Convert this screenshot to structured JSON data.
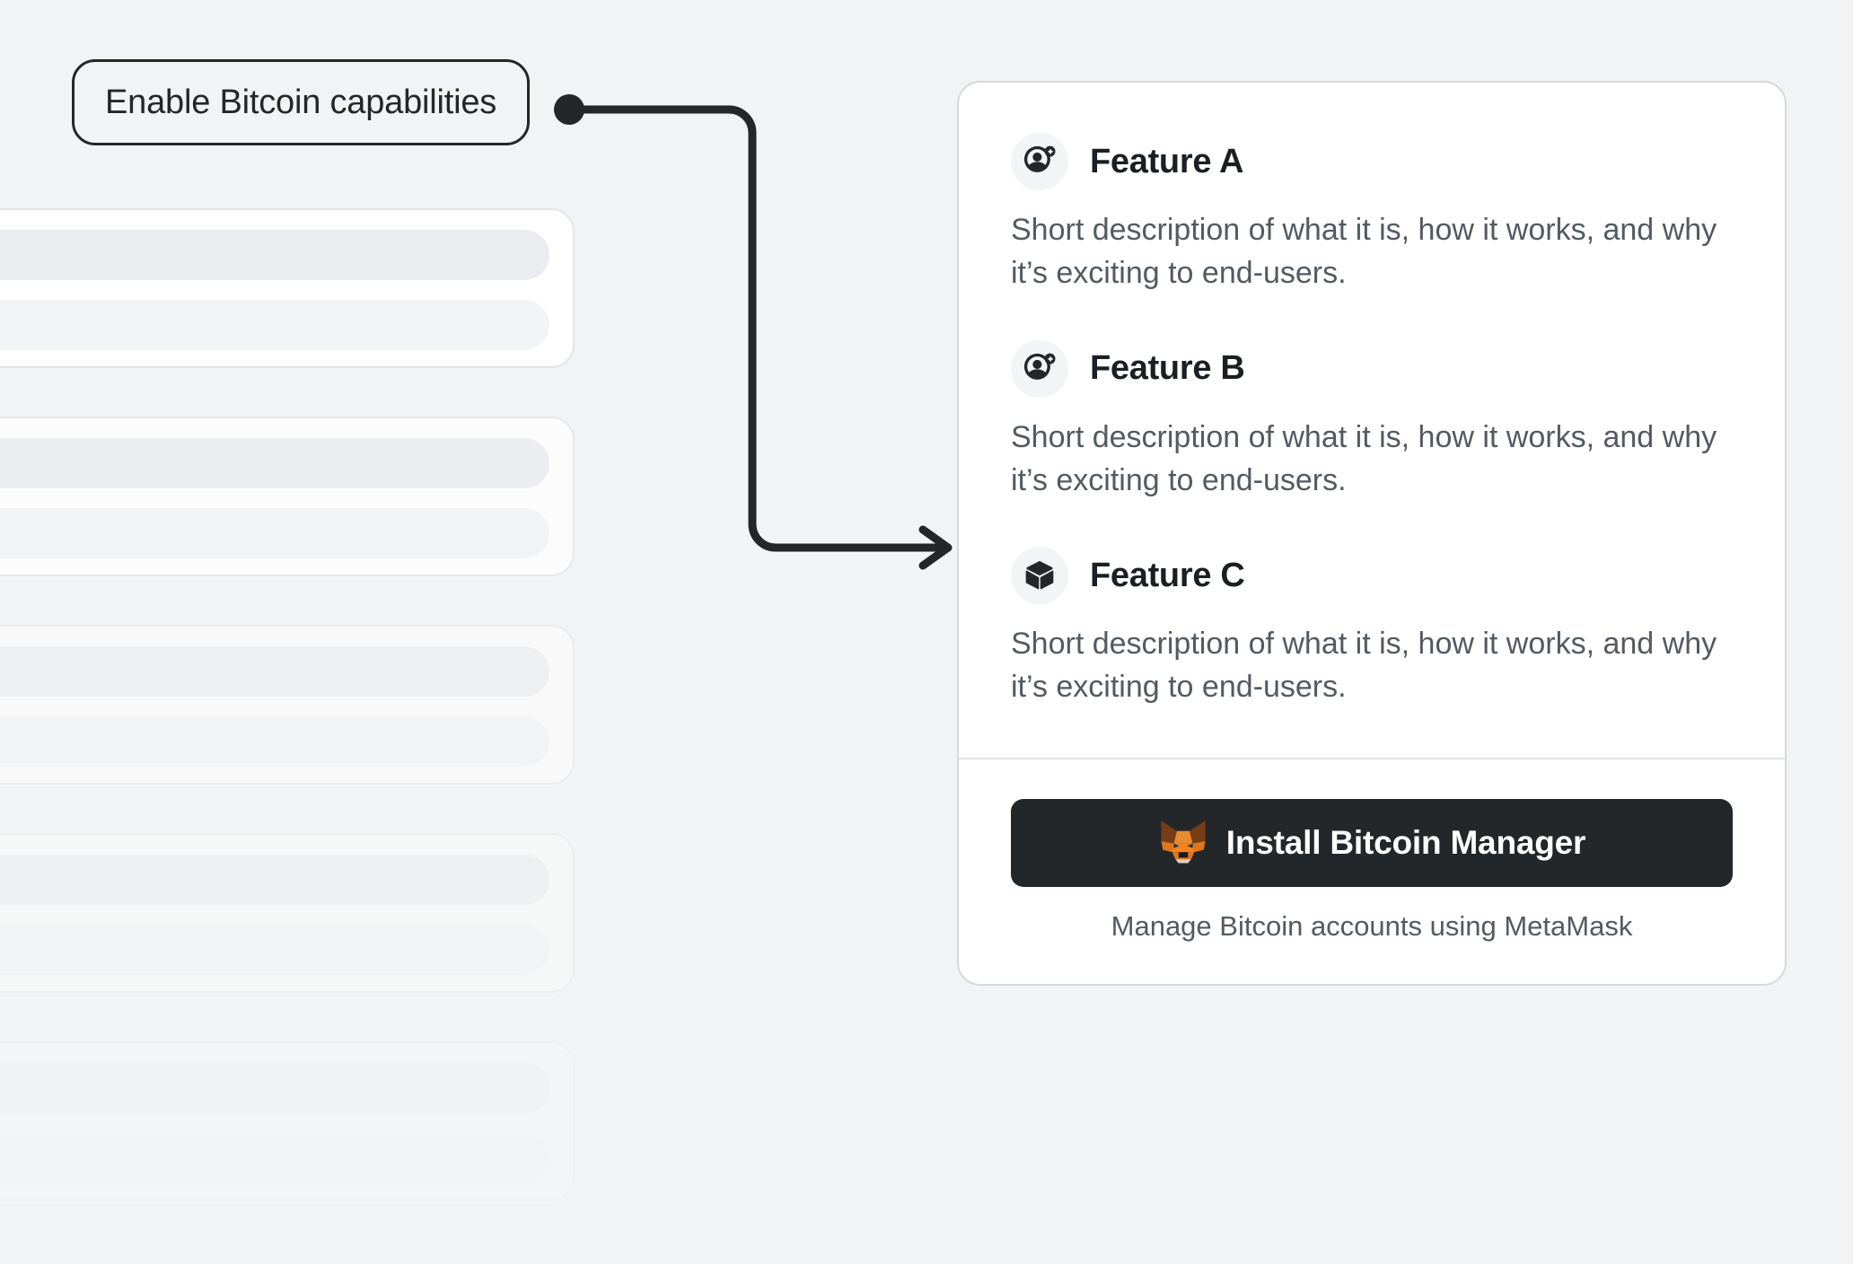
{
  "page": {
    "background_color": "#F2F3F4",
    "accent_dark": "#24272A",
    "muted_text_color": "#535A61",
    "card_border_color": "#D6D9DC"
  },
  "callout": {
    "label": "Enable Bitcoin capabilities",
    "connector": {
      "dot_icon": "connector-dot",
      "arrow_icon": "arrow-right-icon",
      "color": "#24272A"
    }
  },
  "skeleton": {
    "items": [
      {
        "name": "placeholder-row-1"
      },
      {
        "name": "placeholder-row-2"
      },
      {
        "name": "placeholder-row-3"
      },
      {
        "name": "placeholder-row-4"
      },
      {
        "name": "placeholder-row-5"
      }
    ]
  },
  "card": {
    "features": [
      {
        "icon": "user-add-icon",
        "title": "Feature A",
        "description": "Short description of what it is, how it works, and why it’s exciting to end-users."
      },
      {
        "icon": "user-add-icon",
        "title": "Feature B",
        "description": "Short description of what it is, how it works, and why it’s exciting to end-users."
      },
      {
        "icon": "cube-icon",
        "title": "Feature C",
        "description": "Short description of what it is, how it works, and why it’s exciting to end-users."
      }
    ],
    "cta": {
      "icon": "metamask-fox-icon",
      "button_label": "Install Bitcoin Manager",
      "caption": "Manage Bitcoin accounts using MetaMask",
      "button_color": "#24272A"
    }
  }
}
